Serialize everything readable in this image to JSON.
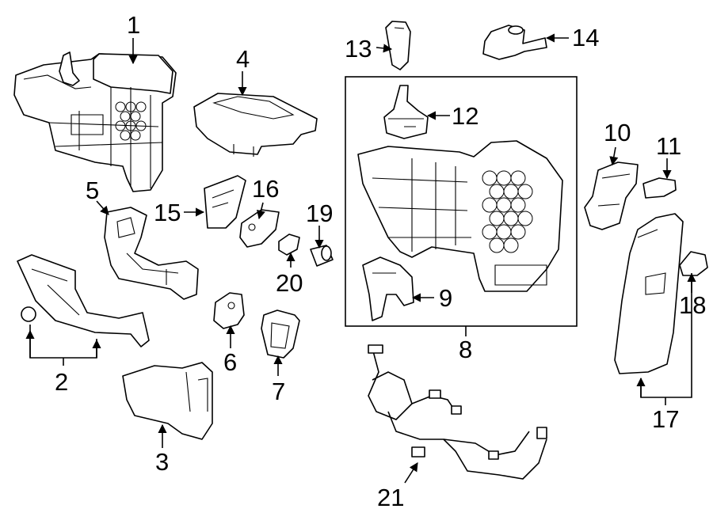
{
  "callouts": [
    "1",
    "2",
    "3",
    "4",
    "5",
    "6",
    "7",
    "8",
    "9",
    "10",
    "11",
    "12",
    "13",
    "14",
    "15",
    "16",
    "17",
    "18",
    "19",
    "20",
    "21"
  ]
}
